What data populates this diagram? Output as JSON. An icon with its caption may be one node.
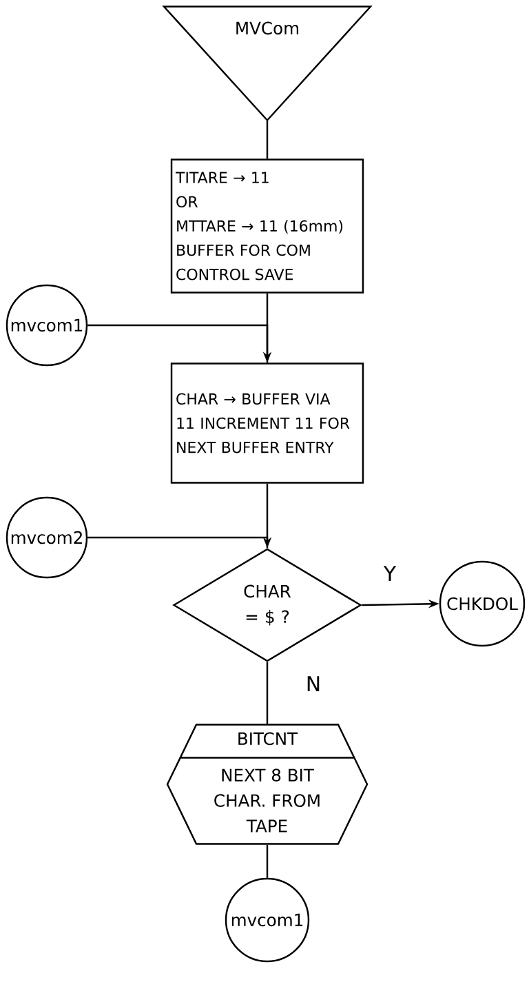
{
  "diagram": {
    "nodes": [
      {
        "text": [
          "MVCom"
        ]
      },
      {
        "text": [
          "TITARE → 11",
          "OR",
          "MTTARE → 11 (16mm)",
          "BUFFER FOR COM CONTROL SAVE"
        ]
      },
      {
        "text": [
          "mvcom1"
        ]
      },
      {
        "text": [
          "CHAR → BUFFER VIA 11 INCREMENT 11 FOR NEXT BUFFER ENTRY"
        ]
      },
      {
        "text": [
          "mvcom2"
        ]
      },
      {
        "text": [
          "CHAR = $ ?"
        ]
      },
      {
        "text": [
          "CHKDOL"
        ]
      },
      {
        "text": [
          "BITCNT",
          "NEXT 8 BIT CHAR. FROM TAPE"
        ]
      },
      {
        "text": [
          "mvcom1"
        ]
      }
    ],
    "edges": [
      {
        "from": 0,
        "to": 1,
        "arrow": "none"
      },
      {
        "from": 1,
        "to": 3,
        "arrow": "none"
      },
      {
        "from": 2,
        "to": 3,
        "arrow": "to"
      },
      {
        "from": 3,
        "to": 5,
        "arrow": "none"
      },
      {
        "from": 4,
        "to": 5,
        "arrow": "to"
      },
      {
        "from": 5,
        "to": 6,
        "arrow": "to",
        "label": "Y"
      },
      {
        "from": 5,
        "to": 7,
        "arrow": "none",
        "label": "N"
      },
      {
        "from": 7,
        "to": 8,
        "arrow": "none"
      }
    ]
  }
}
